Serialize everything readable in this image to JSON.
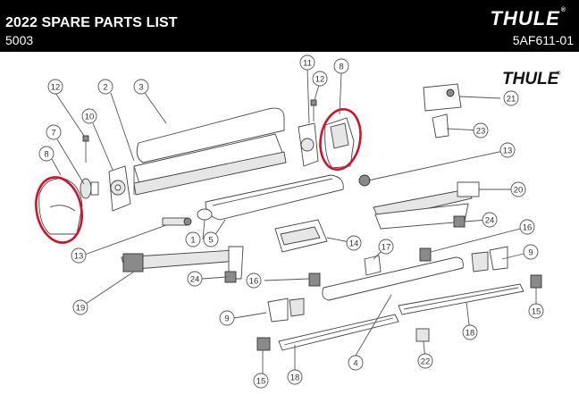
{
  "header": {
    "title": "2022 SPARE PARTS LIST",
    "product_number": "5003",
    "document_code": "5AF611-01",
    "logo_text": "THULE",
    "logo_mark": "®"
  },
  "diagram": {
    "brand_logo_text": "THULE",
    "brand_logo_mark": "®",
    "highlight_color": "#d0122a",
    "callouts": [
      {
        "id": "c1",
        "label": "1"
      },
      {
        "id": "c2",
        "label": "2"
      },
      {
        "id": "c3",
        "label": "3"
      },
      {
        "id": "c4",
        "label": "4"
      },
      {
        "id": "c5",
        "label": "5"
      },
      {
        "id": "c7",
        "label": "7"
      },
      {
        "id": "c8a",
        "label": "8"
      },
      {
        "id": "c8b",
        "label": "8"
      },
      {
        "id": "c9a",
        "label": "9"
      },
      {
        "id": "c9b",
        "label": "9"
      },
      {
        "id": "c10",
        "label": "10"
      },
      {
        "id": "c11",
        "label": "11"
      },
      {
        "id": "c12a",
        "label": "12"
      },
      {
        "id": "c12b",
        "label": "12"
      },
      {
        "id": "c13a",
        "label": "13"
      },
      {
        "id": "c13b",
        "label": "13"
      },
      {
        "id": "c14",
        "label": "14"
      },
      {
        "id": "c15a",
        "label": "15"
      },
      {
        "id": "c15b",
        "label": "15"
      },
      {
        "id": "c16a",
        "label": "16"
      },
      {
        "id": "c16b",
        "label": "16"
      },
      {
        "id": "c17",
        "label": "17"
      },
      {
        "id": "c18a",
        "label": "18"
      },
      {
        "id": "c18b",
        "label": "18"
      },
      {
        "id": "c19",
        "label": "19"
      },
      {
        "id": "c20",
        "label": "20"
      },
      {
        "id": "c21",
        "label": "21"
      },
      {
        "id": "c22",
        "label": "22"
      },
      {
        "id": "c23",
        "label": "23"
      },
      {
        "id": "c24a",
        "label": "24"
      },
      {
        "id": "c24b",
        "label": "24"
      }
    ]
  }
}
